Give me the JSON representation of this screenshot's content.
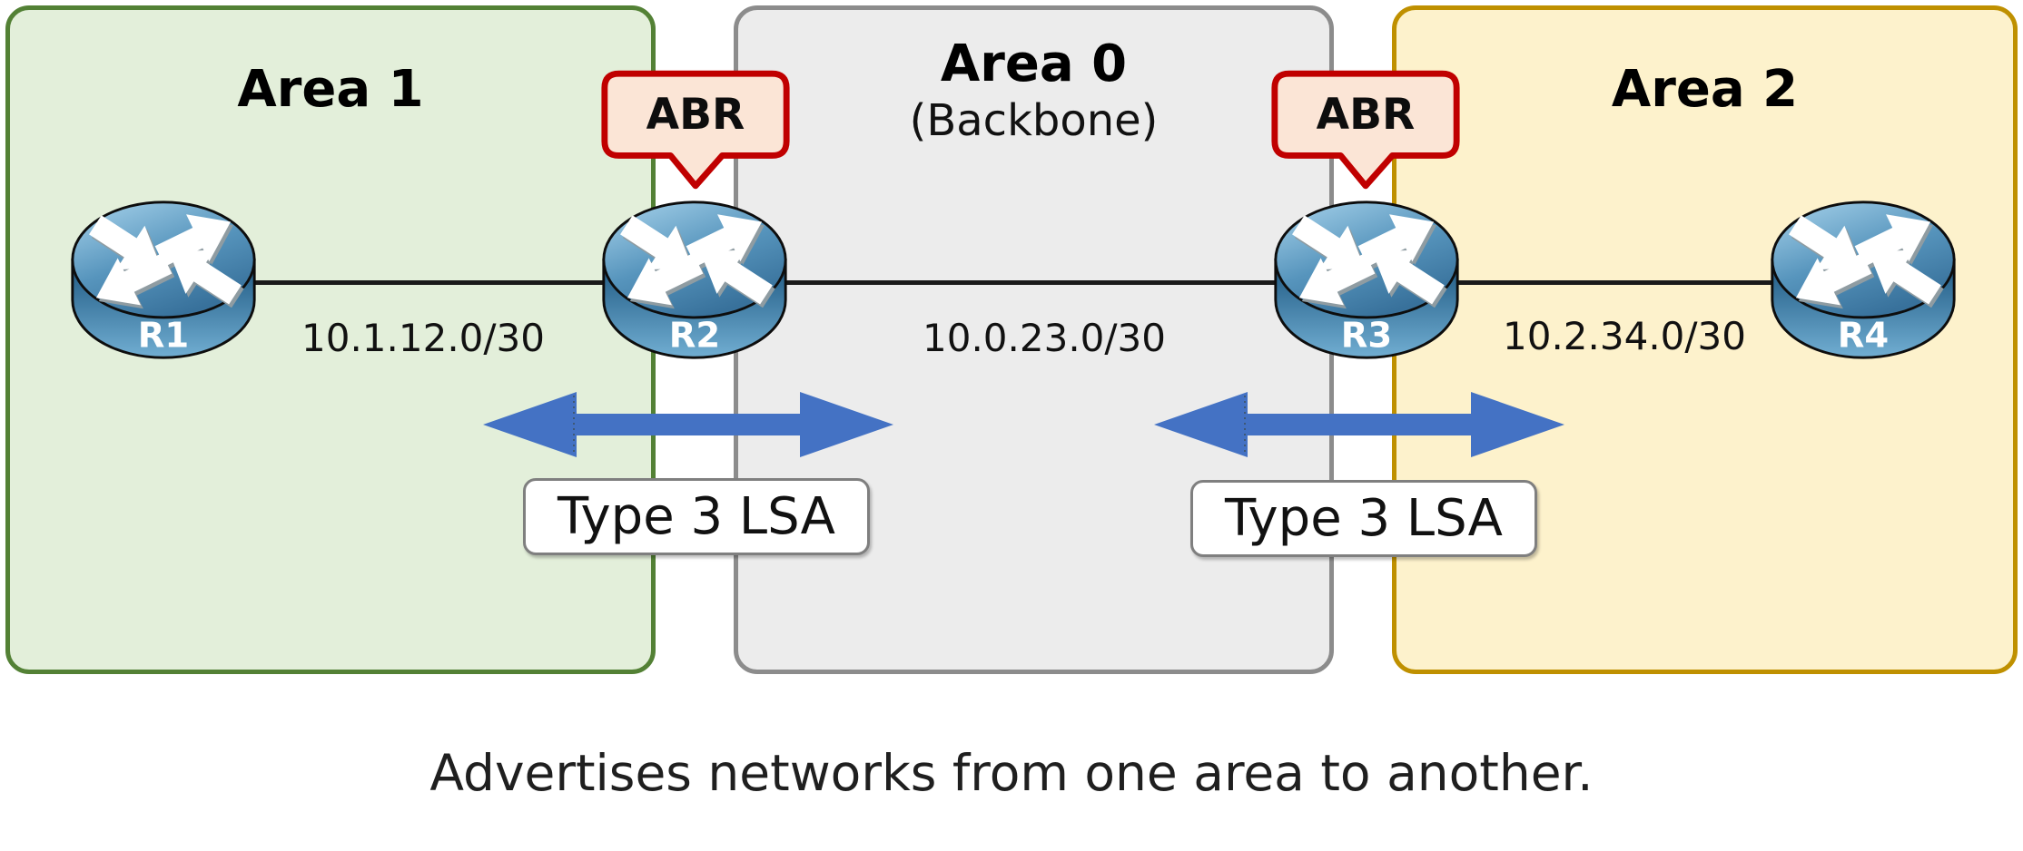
{
  "diagram": {
    "areas": [
      {
        "name": "Area 1",
        "subtitle": "",
        "fill": "#e3efda",
        "border": "#538135"
      },
      {
        "name": "Area 0",
        "subtitle": "(Backbone)",
        "fill": "#ececec",
        "border": "#8c8c8c"
      },
      {
        "name": "Area 2",
        "subtitle": "",
        "fill": "#fdf2cc",
        "border": "#bf9000"
      }
    ],
    "routers": [
      {
        "label": "R1",
        "role": "internal"
      },
      {
        "label": "R2",
        "role": "ABR"
      },
      {
        "label": "R3",
        "role": "ABR"
      },
      {
        "label": "R4",
        "role": "internal"
      }
    ],
    "link_labels": [
      {
        "text": "10.1.12.0/30"
      },
      {
        "text": "10.0.23.0/30"
      },
      {
        "text": "10.2.34.0/30"
      }
    ],
    "abr_badges": [
      {
        "text": "ABR"
      },
      {
        "text": "ABR"
      }
    ],
    "lsa_arrows": [
      {
        "label": "Type 3 LSA"
      },
      {
        "label": "Type 3 LSA"
      }
    ],
    "caption": "Advertises networks from one area to another.",
    "colors": {
      "arrow_blue": "#4472c4",
      "abr_border": "#c00000",
      "abr_fill": "#fbe5d6",
      "router_blue": "#4d8cb4",
      "link_line": "#1a1a1a",
      "lsa_box_border": "#7f7f7f"
    }
  }
}
